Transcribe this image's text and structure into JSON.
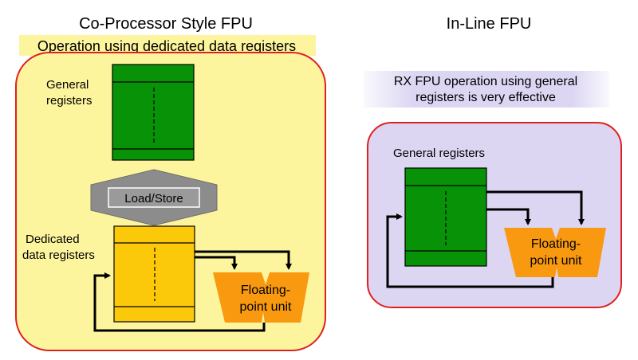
{
  "left_panel": {
    "title": "Co-Processor Style FPU",
    "subtitle": "Operation using dedicated data registers",
    "general_registers_line1": "General",
    "general_registers_line2": "registers",
    "load_store_label": "Load/Store",
    "dedicated_line1": "Dedicated",
    "dedicated_line2": "data registers",
    "fpu_line1": "Floating-",
    "fpu_line2": "point unit"
  },
  "right_panel": {
    "title": "In-Line FPU",
    "note_line1": "RX FPU operation using general",
    "note_line2": "registers is very effective",
    "general_registers_label": "General registers",
    "fpu_line1": "Floating-",
    "fpu_line2": "point unit"
  },
  "colors": {
    "left_background": "#fdf59d",
    "panel_border": "#e02020",
    "right_background": "#dcd6f3",
    "register_green": "#079207",
    "register_yellow": "#fbc90a",
    "fpu_orange": "#f8990f",
    "load_store_gray": "#8c8c8c"
  }
}
